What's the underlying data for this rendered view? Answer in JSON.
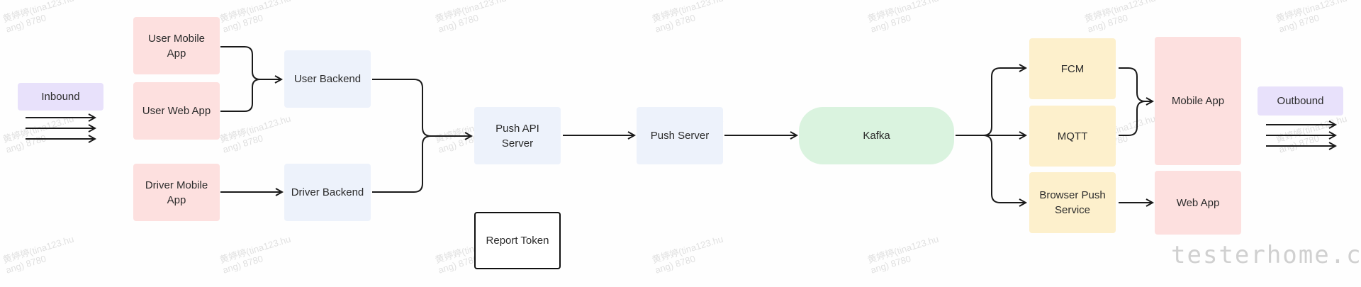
{
  "nodes": {
    "inbound": "Inbound",
    "user_mobile_app": "User Mobile App",
    "user_web_app": "User Web App",
    "driver_mobile_app": "Driver Mobile App",
    "user_backend": "User Backend",
    "driver_backend": "Driver Backend",
    "push_api_server": "Push API Server",
    "report_token": "Report Token",
    "push_server": "Push Server",
    "kafka": "Kafka",
    "fcm": "FCM",
    "mqtt": "MQTT",
    "browser_push_service": "Browser Push Service",
    "mobile_app": "Mobile App",
    "web_app": "Web App",
    "outbound": "Outbound"
  },
  "watermark": "黄婷婷(tina123.hu\nang) 8780",
  "logo": "testerhome.com",
  "colors": {
    "client": "#fde0df",
    "backend": "#edf2fb",
    "provider": "#fdf0cc",
    "edge": "#e8e1fb",
    "queue": "#daf3df",
    "arrow": "#1a1a1a"
  }
}
